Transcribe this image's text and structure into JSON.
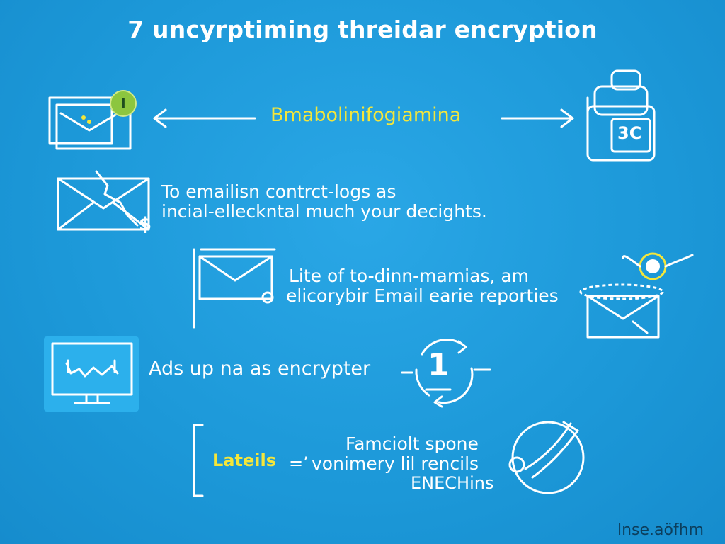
{
  "header": {
    "title": "7 uncyrptiming threidar encryption"
  },
  "row1": {
    "label": "Bmabolinifogiamina",
    "badge": "I",
    "lock_display": "3C"
  },
  "row2": {
    "line1": "To emailisn contrct-logs as",
    "line2": "incial-elleckntal much your decights.",
    "glyph": "$"
  },
  "row3": {
    "line1": "Lite of to-dinn-mamias, am",
    "line2": "elicorybir Email earie reporties"
  },
  "row4": {
    "label": "Ads up na as encrypter",
    "dial_number": "1"
  },
  "row5": {
    "tag": "Lateils",
    "connector": "=’",
    "line1": "Famciolt spone",
    "line2": "vonimery lil rencils",
    "line3": "ENECHins"
  },
  "footer": {
    "watermark": "lnse.aöfhm"
  },
  "colors": {
    "background": "#1e9bdc",
    "accent_yellow": "#f4e63a",
    "accent_green": "#8cc63f",
    "icon": "#ffffff"
  }
}
